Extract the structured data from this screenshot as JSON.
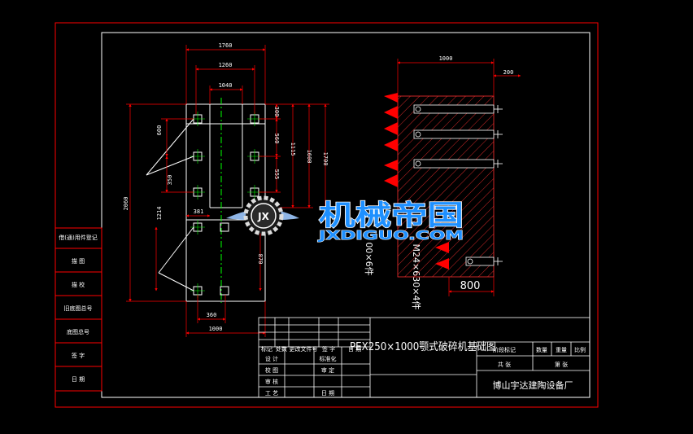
{
  "colors": {
    "frame": "#ff0000",
    "line": "#ffffff",
    "center": "#00ff00",
    "dim": "#ff0000",
    "hatch": "#ff3030",
    "fill": "#ff0000",
    "logo": "#1e90ff"
  },
  "dims": {
    "top_outer": "1760",
    "top_mid": "1260",
    "top_inner": "1040",
    "left_600": "600",
    "left_350": "350",
    "left_1214": "1214",
    "left_2060": "2060",
    "right_300": "300",
    "right_560": "560",
    "right_555": "555",
    "right_1115": "1115",
    "right_1600": "1600",
    "right_1700": "1700",
    "mid_381": "381",
    "mid_870": "870",
    "bot_360": "360",
    "bot_1000": "1000",
    "side_1000": "1000",
    "side_200": "200",
    "side_800": "800"
  },
  "bolt_notes": {
    "left": "00×6件",
    "right": "M24×630×4件"
  },
  "title": "PEX250×1000颚式破碎机基础图",
  "company": "博山宇达建陶设备厂",
  "left_column": [
    "借(通)用件登记",
    "描 图",
    "描 校",
    "旧底图总号",
    "底图总号",
    "签 字",
    "日 期"
  ],
  "rev_header": [
    "标记",
    "处数",
    "更改文件号",
    "签 字",
    "日 期"
  ],
  "sign_rows": [
    {
      "a": "设 计",
      "b": "标准化"
    },
    {
      "a": "校 图",
      "b": "审 定"
    },
    {
      "a": "审 核",
      "b": ""
    },
    {
      "a": "工 艺",
      "b": "日 期"
    }
  ],
  "right_header": {
    "stage": "阶段标记",
    "qty": "数量",
    "weight": "重量",
    "scale": "比例"
  },
  "sheet": {
    "total": "共 张",
    "page": "第 张"
  },
  "watermark": {
    "cn": "机械帝国",
    "en": "JXDIGUO.COM",
    "badge": "JX"
  }
}
